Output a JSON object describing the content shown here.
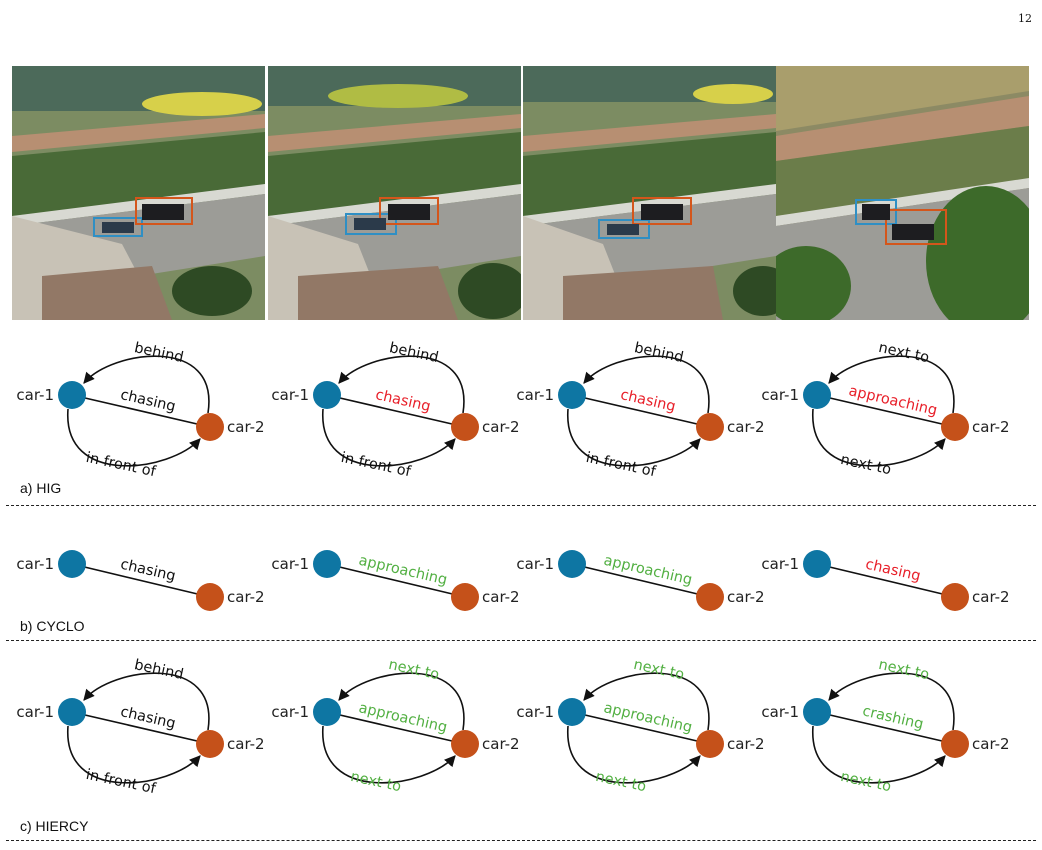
{
  "page_number": "12",
  "colors": {
    "node_car1": "#0e76a3",
    "node_car2": "#c5511a",
    "edge": "#111111",
    "label_black": "#111111",
    "label_red": "#e8202a",
    "label_green": "#53b043",
    "bbox_blue": "#2f8fc4",
    "bbox_orange": "#d4561b"
  },
  "frames": [
    {
      "name": "frame-1",
      "description_icon": "aerial-road-photo"
    },
    {
      "name": "frame-2",
      "description_icon": "aerial-road-photo"
    },
    {
      "name": "frame-3",
      "description_icon": "aerial-road-photo"
    },
    {
      "name": "frame-4",
      "description_icon": "aerial-road-photo"
    }
  ],
  "sections": [
    {
      "label": "a) HIG",
      "graphs": [
        {
          "car1": "car-1",
          "car2": "car-2",
          "top": {
            "text": "behind",
            "color": "black"
          },
          "middle": {
            "text": "chasing",
            "color": "black"
          },
          "bottom": {
            "text": "in front of",
            "color": "black"
          }
        },
        {
          "car1": "car-1",
          "car2": "car-2",
          "top": {
            "text": "behind",
            "color": "black"
          },
          "middle": {
            "text": "chasing",
            "color": "red"
          },
          "bottom": {
            "text": "in front of",
            "color": "black"
          }
        },
        {
          "car1": "car-1",
          "car2": "car-2",
          "top": {
            "text": "behind",
            "color": "black"
          },
          "middle": {
            "text": "chasing",
            "color": "red"
          },
          "bottom": {
            "text": "in front of",
            "color": "black"
          }
        },
        {
          "car1": "car-1",
          "car2": "car-2",
          "top": {
            "text": "next to",
            "color": "black"
          },
          "middle": {
            "text": "approaching",
            "color": "red"
          },
          "bottom": {
            "text": "next to",
            "color": "black"
          }
        }
      ]
    },
    {
      "label": "b) CYCLO",
      "graphs": [
        {
          "car1": "car-1",
          "car2": "car-2",
          "middle": {
            "text": "chasing",
            "color": "black"
          }
        },
        {
          "car1": "car-1",
          "car2": "car-2",
          "middle": {
            "text": "approaching",
            "color": "green"
          }
        },
        {
          "car1": "car-1",
          "car2": "car-2",
          "middle": {
            "text": "approaching",
            "color": "green"
          }
        },
        {
          "car1": "car-1",
          "car2": "car-2",
          "middle": {
            "text": "chasing",
            "color": "red"
          }
        }
      ]
    },
    {
      "label": "c) HIERCY",
      "graphs": [
        {
          "car1": "car-1",
          "car2": "car-2",
          "top": {
            "text": "behind",
            "color": "black"
          },
          "middle": {
            "text": "chasing",
            "color": "black"
          },
          "bottom": {
            "text": "in front of",
            "color": "black"
          }
        },
        {
          "car1": "car-1",
          "car2": "car-2",
          "top": {
            "text": "next to",
            "color": "green"
          },
          "middle": {
            "text": "approaching",
            "color": "green"
          },
          "bottom": {
            "text": "next to",
            "color": "green"
          }
        },
        {
          "car1": "car-1",
          "car2": "car-2",
          "top": {
            "text": "next to",
            "color": "green"
          },
          "middle": {
            "text": "approaching",
            "color": "green"
          },
          "bottom": {
            "text": "next to",
            "color": "green"
          }
        },
        {
          "car1": "car-1",
          "car2": "car-2",
          "top": {
            "text": "next to",
            "color": "green"
          },
          "middle": {
            "text": "crashing",
            "color": "green"
          },
          "bottom": {
            "text": "next to",
            "color": "green"
          }
        }
      ]
    }
  ]
}
